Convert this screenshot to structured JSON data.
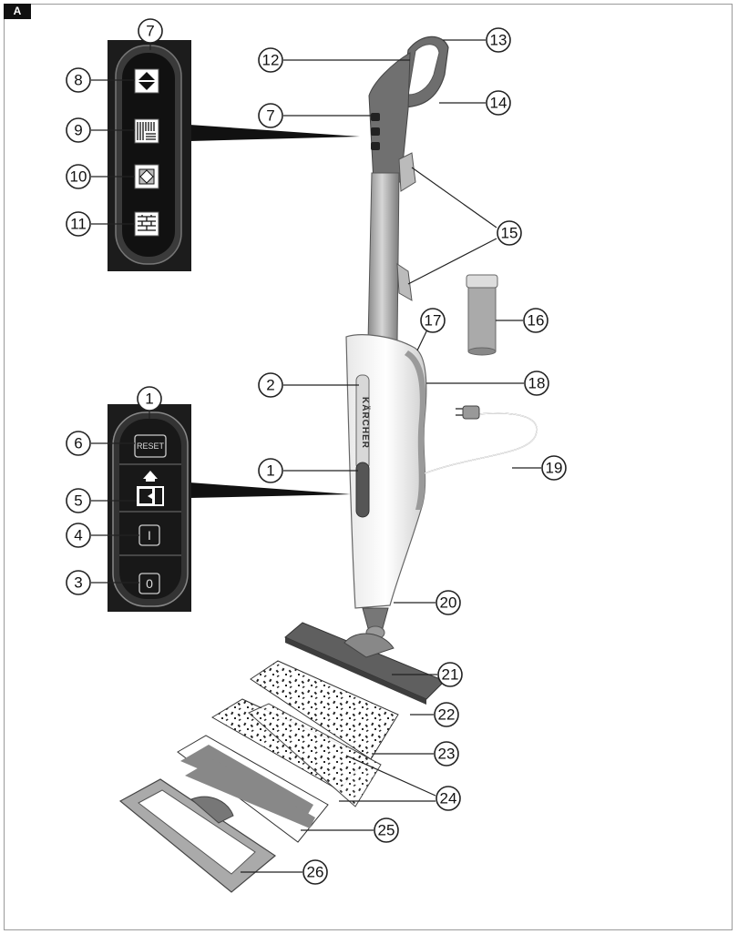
{
  "figure_tag": "A",
  "brand": "KÄRCHER",
  "panel_buttons": {
    "reset": "RESET",
    "on": "I",
    "off": "0"
  },
  "callouts": [
    "1",
    "1",
    "2",
    "3",
    "4",
    "5",
    "6",
    "7",
    "7",
    "8",
    "9",
    "10",
    "11",
    "12",
    "13",
    "14",
    "15",
    "16",
    "17",
    "18",
    "19",
    "20",
    "21",
    "22",
    "23",
    "24",
    "25",
    "26"
  ]
}
